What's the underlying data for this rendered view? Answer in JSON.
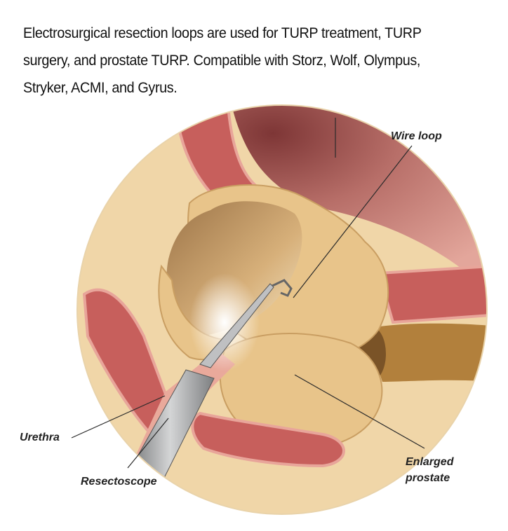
{
  "caption": "Electrosurgical resection loops are used for TURP treatment, TURP surgery, and prostate TURP. Compatible with Storz, Wolf, Olympus, Stryker, ACMI, and Gyrus.",
  "diagram": {
    "labels": {
      "wire_loop": "Wire loop",
      "urethra": "Urethra",
      "resectoscope": "Resectoscope",
      "enlarged_line1": "Enlarged",
      "enlarged_line2": "prostate"
    },
    "colors": {
      "background_tissue": "#f0d6a8",
      "bladder_wall": "#c98576",
      "bladder_dark": "#8a3d3c",
      "muscle": "#c75f5c",
      "prostate": "#e8c48a",
      "instrument": "#a8a9ab"
    }
  }
}
